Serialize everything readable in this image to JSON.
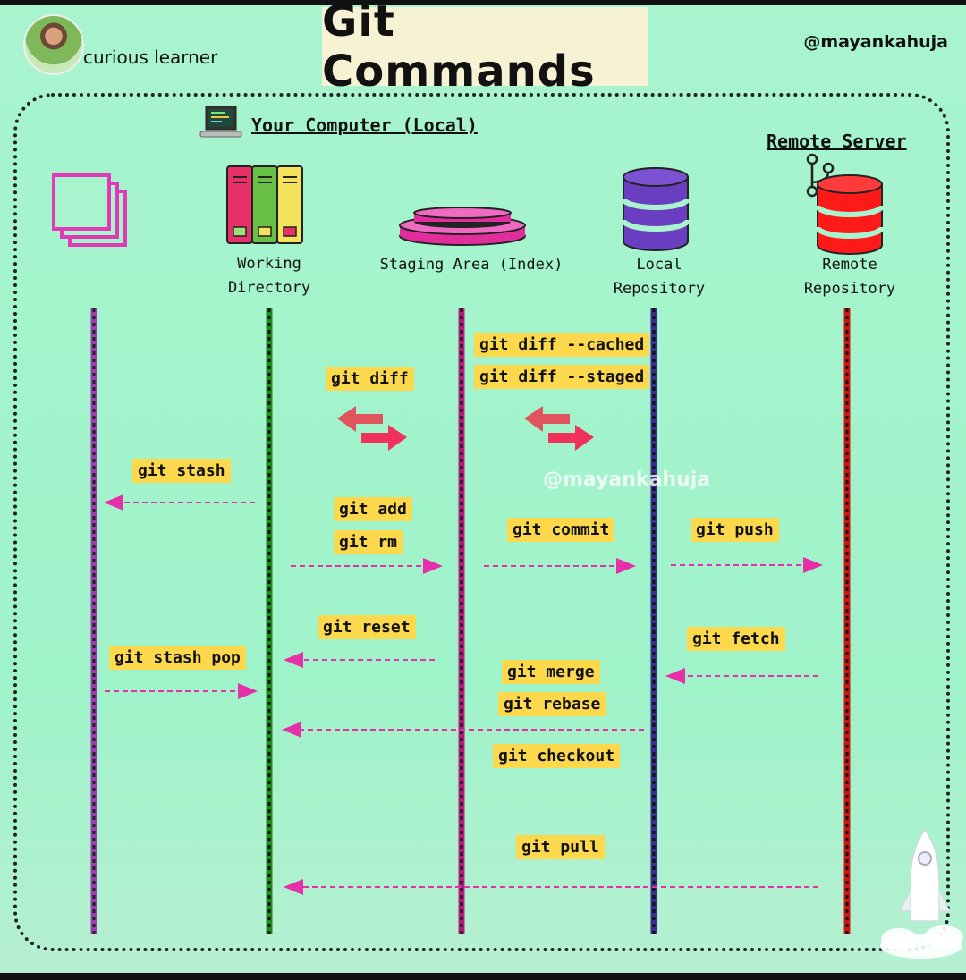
{
  "header": {
    "author": "curious learner",
    "title": "Git Commands",
    "handle": "@mayankahuja"
  },
  "sections": {
    "local": "Your Computer (Local)",
    "remote": "Remote Server"
  },
  "columns": {
    "stash": "",
    "working": [
      "Working",
      "Directory"
    ],
    "staging": "Staging Area (Index)",
    "local_repo": [
      "Local",
      "Repository"
    ],
    "remote_repo": [
      "Remote",
      "Repository"
    ]
  },
  "commands": {
    "diff_cached": "git diff --cached",
    "diff_staged": "git diff --staged",
    "diff": "git diff",
    "stash": "git stash",
    "add": "git add",
    "rm": "git rm",
    "commit": "git commit",
    "push": "git push",
    "reset": "git reset",
    "fetch": "git fetch",
    "stash_pop": "git stash pop",
    "merge": "git merge",
    "rebase": "git rebase",
    "checkout": "git checkout",
    "pull": "git pull"
  },
  "watermark": "@mayankahuja",
  "colors": {
    "background": "#a8f4cf",
    "label_bg": "#fbd84c",
    "arrow": "#e62fa8",
    "stash_line": "#9b3fb0",
    "working_line": "#1f8a1f",
    "staging_line": "#b01f7c",
    "local_line": "#3a2f8c",
    "remote_line": "#d01515"
  }
}
